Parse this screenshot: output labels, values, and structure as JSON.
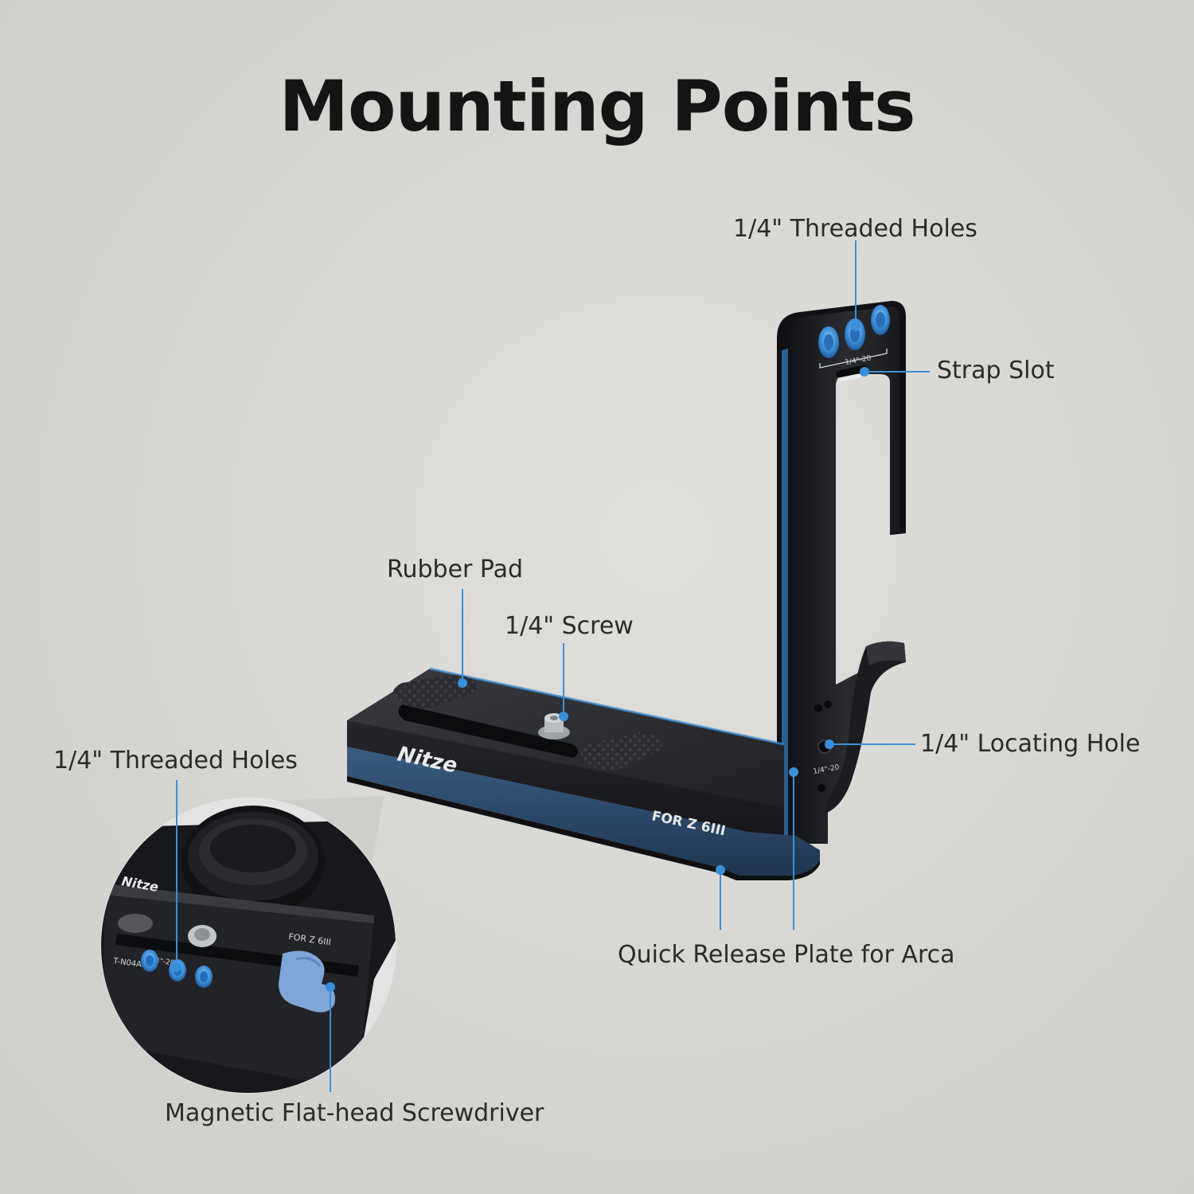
{
  "page": {
    "title": "Mounting Points"
  },
  "callouts": {
    "threaded_holes_top": "1/4\" Threaded Holes",
    "strap_slot": "Strap Slot",
    "rubber_pad": "Rubber Pad",
    "screw": "1/4\" Screw",
    "threaded_holes_side": "1/4\" Threaded Holes",
    "locating_hole": "1/4\" Locating Hole",
    "quick_release": "Quick Release Plate for Arca",
    "screwdriver": "Magnetic Flat-head Screwdriver"
  },
  "product": {
    "brand": "Nitze",
    "model_text": "FOR Z 6III",
    "thread_mark": "1/4\"-20",
    "inset_brand": "Nitze",
    "inset_model_text": "FOR Z 6III",
    "inset_part_code": "T-N04A"
  },
  "colors": {
    "accent_blue": "#3b8fd9",
    "metal_black": "#1c1d20",
    "anodized_blue": "#2d4a6a"
  },
  "icons": {
    "screw": "screw-icon",
    "thread_hole": "thread-hole-icon"
  }
}
